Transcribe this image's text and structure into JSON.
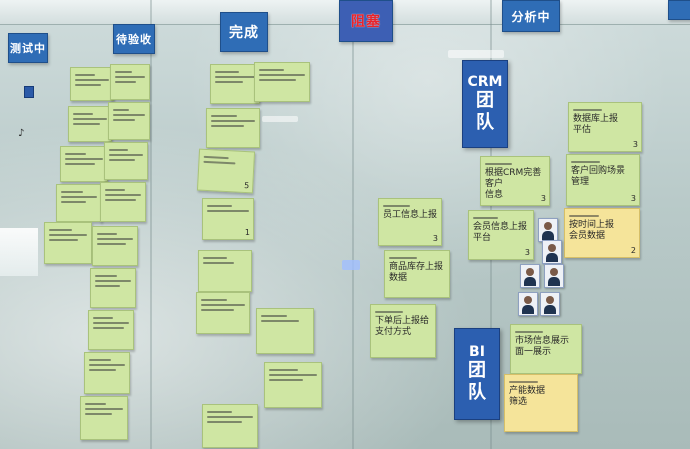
{
  "column_headers": [
    {
      "id": "testing",
      "label": "测试中",
      "style": "blue"
    },
    {
      "id": "to_accept",
      "label": "待验收",
      "style": "blue"
    },
    {
      "id": "done",
      "label": "完成",
      "style": "blue"
    },
    {
      "id": "blocked",
      "label": "阻塞",
      "style": "red"
    },
    {
      "id": "analyzing",
      "label": "分析中",
      "style": "blue"
    },
    {
      "id": "edge",
      "label": "",
      "style": "blue"
    }
  ],
  "teams": [
    {
      "id": "crm",
      "abbr": "CRM",
      "word1": "团",
      "word2": "队"
    },
    {
      "id": "bi",
      "abbr": "BI",
      "word1": "团",
      "word2": "队"
    }
  ],
  "notes_readable": {
    "crm_1": {
      "line1": "数据库上报",
      "line2": "平估",
      "num": "3"
    },
    "crm_2": {
      "line1": "根据CRM完善客户",
      "line2": "信息",
      "num": "3"
    },
    "crm_3": {
      "line1": "客户回购场景",
      "line2": "管理",
      "num": "3"
    },
    "crm_4": {
      "line1": "会员信息上报",
      "line2": "平台",
      "num": "3"
    },
    "crm_5": {
      "line1": "按时间上报",
      "line2": "会员数据",
      "num": "2"
    },
    "bi_1": {
      "line1": "市场信息展示",
      "line2": "面一展示",
      "num": ""
    },
    "bi_2": {
      "line1": "产能数据",
      "line2": "筛选",
      "num": ""
    },
    "mid_1": {
      "line1": "员工信息上报",
      "line2": "",
      "num": "3"
    },
    "mid_2": {
      "line1": "商品库存上报",
      "line2": "数据",
      "num": ""
    },
    "mid_3": {
      "line1": "下单后上报给",
      "line2": "支付方式",
      "num": ""
    }
  },
  "colors": {
    "board": "#b9cac9",
    "header_blue": "#2f6db6",
    "header_red_text": "#e8242b",
    "note_green": "#cfe6a3",
    "note_yellow": "#f5e49a",
    "team_blue": "#2c5fb0"
  }
}
